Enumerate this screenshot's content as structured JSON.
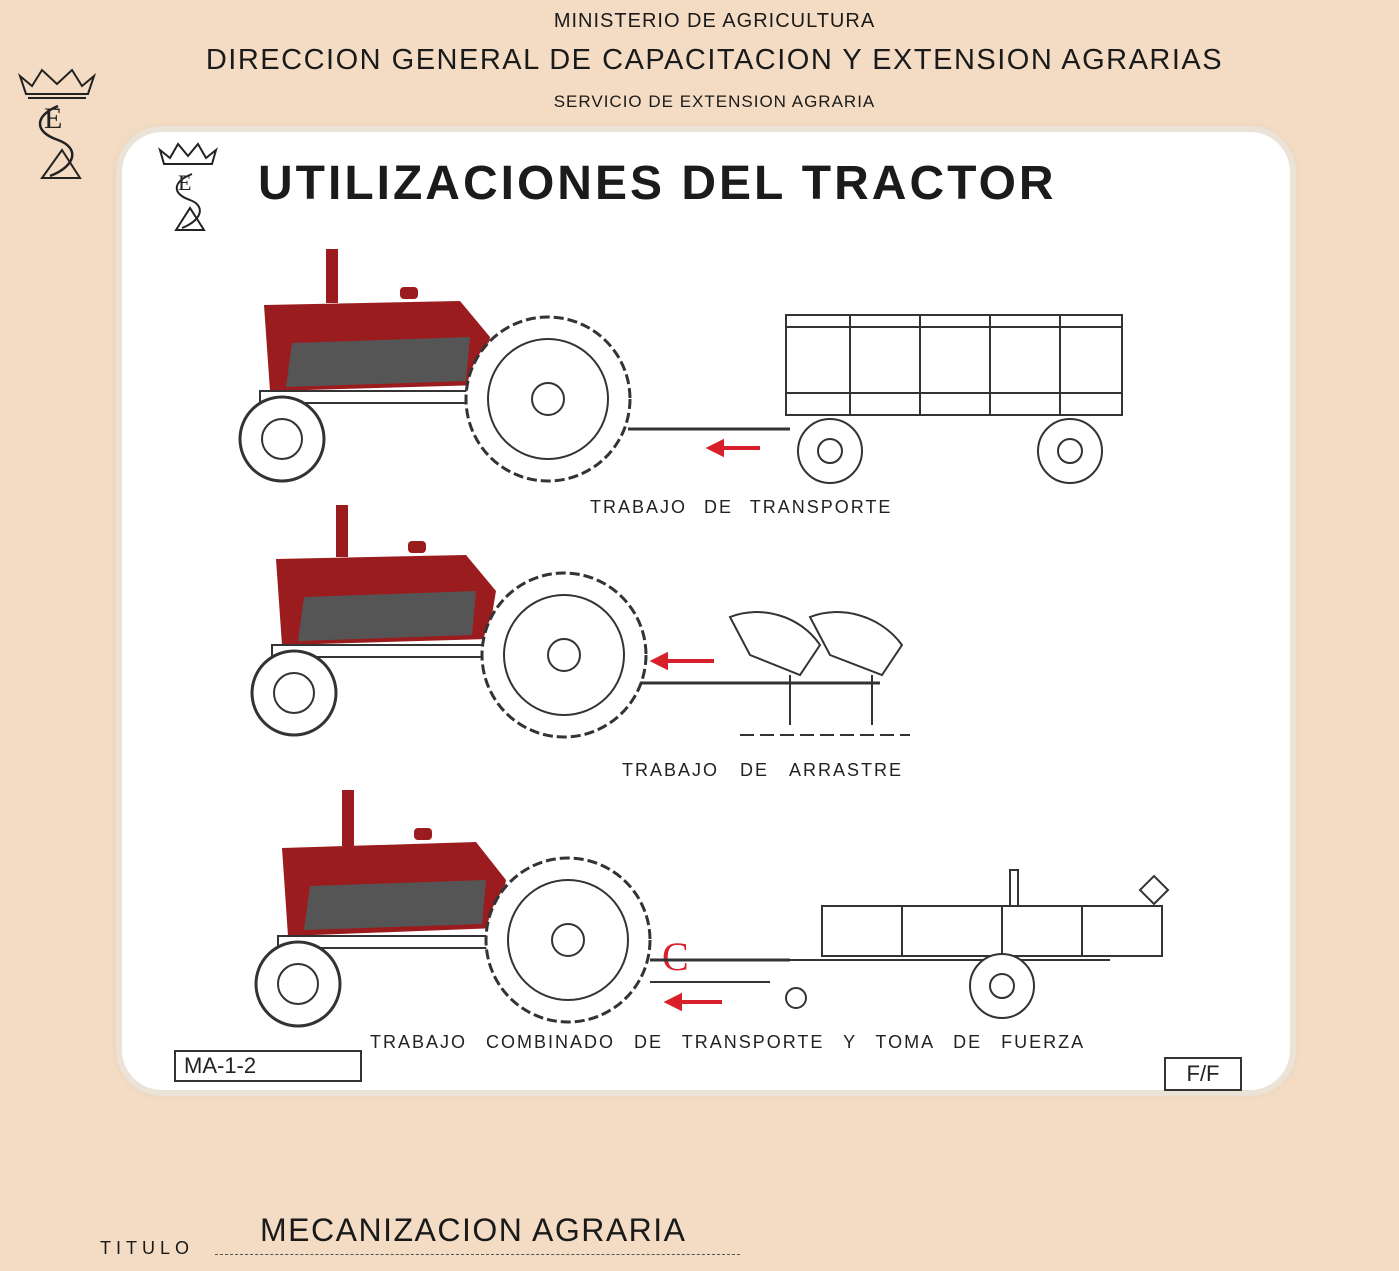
{
  "header": {
    "ministry": "MINISTERIO DE AGRICULTURA",
    "directorate": "DIRECCION GENERAL DE CAPACITACION Y EXTENSION AGRARIAS",
    "service": "SERVICIO DE EXTENSION AGRARIA"
  },
  "card": {
    "title": "UTILIZACIONES DEL TRACTOR",
    "captions": {
      "transport": "TRABAJO DE TRANSPORTE",
      "drag": "TRABAJO DE ARRASTRE",
      "combined": "TRABAJO COMBINADO DE TRANSPORTE Y TOMA DE FUERZA"
    },
    "code": "MA-1-2",
    "ff": "F/F",
    "rotation_mark": "C"
  },
  "footer": {
    "title_label": "TITULO",
    "title_value": "MECANIZACION AGRARIA"
  },
  "colors": {
    "paper": "#f3dcc3",
    "card": "#ffffff",
    "tractor_red": "#9b1c1f",
    "arrow_red": "#d8202a"
  },
  "icons": [
    "crown-monogram-icon",
    "tractor-icon",
    "trailer-icon",
    "plow-icon",
    "pto-trailer-icon",
    "arrow-left-icon",
    "rotation-icon"
  ]
}
